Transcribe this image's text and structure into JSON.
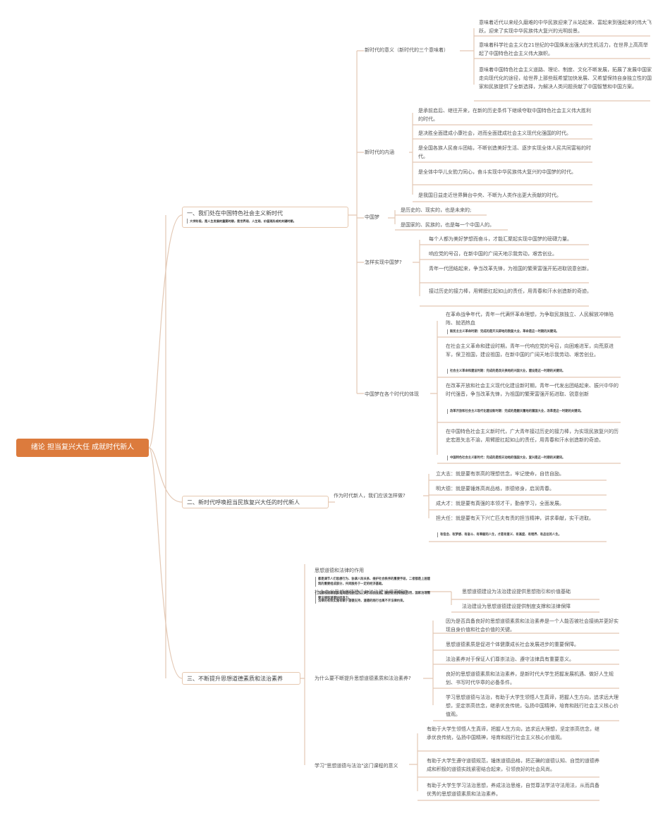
{
  "root": "绪论 担当复兴大任 成就时代新人",
  "b1": {
    "title": "一、我们处在中国特色社会主义新时代",
    "note": "大学阶段，是人生发展的重要时期，是世界观、人生观、价值观形成的关键时期。",
    "meaning": {
      "label": "新时代的意义（新时代的三个意味着）",
      "items": [
        "意味着近代以来经久磨难的中华民族迎来了从站起来、富起来到强起来的伟大飞跃，迎来了实现中华民族伟大复兴的光明前景。",
        "意味着科学社会主义在21世纪的中国焕发出强大的生机活力，在世界上高高举起了中国特色社会主义伟大旗帜。",
        "意味着中国特色社会主义道路、理论、制度、文化不断发展，拓展了发展中国家走向现代化的途径，给世界上那些既希望加快发展、又希望保持自身独立性的国家和民族提供了全新选择，为解决人类问题贡献了中国智慧和中国方案。"
      ]
    },
    "connotation": {
      "label": "新时代的内涵",
      "items": [
        "是承前启后、继往开来，在新的历史条件下继续夺取中国特色社会主义伟大胜利的时代。",
        "是决胜全面建成小康社会，进而全面建成社会主义现代化强国的时代。",
        "是全国各族人民奋斗团结，不断创造美好生活、逐步实现全体人民共同富裕的时代。",
        "是全体中华儿女勠力同心，奋斗实现中华民族伟大复兴的中国梦的时代。",
        "是我国日益走近世界舞台中央、不断为人类作出更大贡献的时代。"
      ]
    },
    "dream": {
      "label": "中国梦",
      "items": [
        "是历史的、现实的，也是未来的;",
        "是国家的、民族的，也是每一个中国人的。"
      ]
    },
    "howto": {
      "label": "怎样实现中国梦?",
      "items": [
        "每个人都为美好梦想而奋斗，才能汇聚起实现中国梦的磅礴力量。",
        "响应党的号召，在新中国的广阔天地示我劳动，艰苦创业。",
        "青年一代团结起来，争当改革先锋，为祖国的繁荣富强开拓进取锐意创新。",
        "接过历史的接力棒，用臂膀扛起如山的责任，用青春和汗水创造新的奇迹。"
      ]
    },
    "eras": {
      "label": "中国梦在各个时代的体现",
      "items": [
        {
          "text": "在革命战争年代，青年一代满怀革命理想，为争取民族独立、人民解放冲锋陷阵、抛洒热血",
          "note": "新民主主义革命时期：完成的是开天辟地的救国大业，革命是这一时期的关键词。"
        },
        {
          "text": "在社会主义革命和建设时期，青年一代响应党的号召，向困难进军，向荒原进军，保卫祖国，建设祖国，在新中国的广阔天地示我劳动、艰苦创业。",
          "note": "社会主义革命和建设时期：完成的是改天换地的兴国大业，建设是这一时期的关键词。"
        },
        {
          "text": "在改革开放和社会主义现代化建设新时期，青年一代发出团结起来、振兴中华的时代强音，争当改革先锋，为祖国的繁荣富强开拓进取、锐意创新",
          "note": "改革开放和社会主义现代化建设新时期：完成的是翻天覆地的富国大业，改革是这一时期的关键词。"
        },
        {
          "text": "在中国特色社会主义新时代，广大青年接过历史的接力棒，为实现民族复兴的历史宏愿矢志不渝，用臂膀扛起如山的责任，用青春和汗水创造新的奇迹。",
          "note": "中国特色社会主义新时代：完成的是惊天动地的强国大业，复兴是这一时期的关键词。"
        }
      ]
    }
  },
  "b2": {
    "title": "二、新时代呼唤担当民族复兴大任的时代新人",
    "question": "作为时代新人，我们应该怎样做?",
    "items": [
      "立大志：就是要有崇高的理想信念，牢记使命，自信自励。",
      "明大德：就是要锤炼高尚品格，崇德修身，启润青春。",
      "成大才：就是要有真强的本领才干，勤奋学习，全面发展。",
      "担大任：就是要有天下兴亡匹夫有责的担当精神，讲求奉献，实干进取。"
    ],
    "note": "有信念、有梦想、有奋斗、有奉献的人生，才是有意义、有高度、有境界、有品位的人生。"
  },
  "b3": {
    "title": "三、不断提升思想道德素质和法治素养",
    "role": {
      "label": "思想道德和法律的作用",
      "note1": "都是调节人们思想行为、协调人际关系、维护社会秩序的重要手段，二者都是上层建筑的重要组成部分，共同服务于一定的经济基础。",
      "note2": "法律和道德都具有规范社会行为、调节社会关系、维护社会秩序的作用，国家治理需要法律和道德协同发力。"
    },
    "relation": {
      "label": "社会主义思想道德建设与法治建设紧密相连",
      "note": "法律的有效实施有赖于道德支持，道德的践行也离不开法律约束。",
      "items": [
        "思想道德建设为法治建设提供思想指引和价值基础",
        "法治建设为思想道德建设提供制度支撑和法律保障"
      ]
    },
    "why": {
      "label": "为什么要不断提升思想道德素质和法治素养?",
      "items": [
        "因为是否具备良好的思想道德素质和法治素养是一个人能否被社会接纳并更好实现自身价值和社会价值的关键。",
        "思想道德素质是促进个体健康成长社会发展进步的重要保障。",
        "法治素养对于保证人们尊崇法治、遵守法律具有重要意义。",
        "良好的思想道德素质和法治素养，是新时代大学生把握发展机遇、做好人生规划、书写时代华章的必备条件。",
        "学习思想道德与法治，有助于大学生领悟人生真谛，把握人生方向，追求远大理想，坚定崇高信念，继承优良传统，弘扬中国精神，培育和践行社会主义核心价值观。"
      ]
    },
    "course": {
      "label": "学习\"思想道德与法治\"这门课程的意义",
      "items": [
        "有助于大学生领悟人生真谛，把握人生方向，追求远大理想，坚定崇高信念，继承优良传统，弘扬中国精神，培育和践行社会主义核心价值观。",
        "有助于大学生遵守道德规范，锤炼道德品格，把正确的道德认知、自觉的道德养成和积极的道德实践紧密结合起来，引领良好的社会风尚。",
        "有助于大学生学习法治思想，养成法治思维，自觉尊法学法守法用法，从而具备优秀的思想道德素质和法治素养。"
      ]
    }
  }
}
